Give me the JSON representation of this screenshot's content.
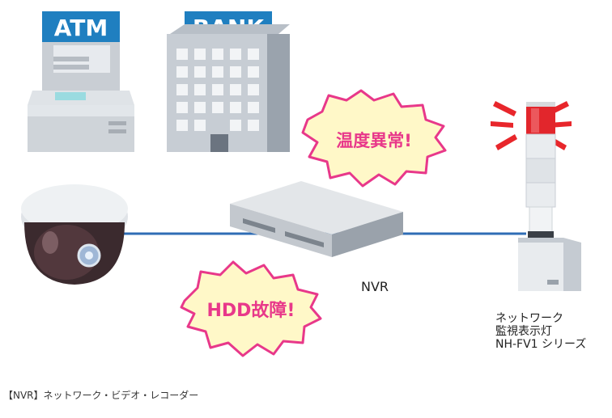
{
  "atm": {
    "sign": "ATM"
  },
  "bank": {
    "sign": "BANK"
  },
  "alerts": {
    "temperature": "温度異常!",
    "hdd": "HDD故障!"
  },
  "nvr": {
    "label": "NVR"
  },
  "tower_light": {
    "line1": "ネットワーク",
    "line2": "監視表示灯",
    "line3": "NH-FV1 シリーズ"
  },
  "caption": "【NVR】ネットワーク・ビデオ・レコーダー",
  "colors": {
    "sign_blue": "#1f7fc0",
    "burst_fill": "#fff8c8",
    "burst_stroke": "#e8388a",
    "cable": "#2f6db5",
    "warning_red": "#e8262b"
  }
}
